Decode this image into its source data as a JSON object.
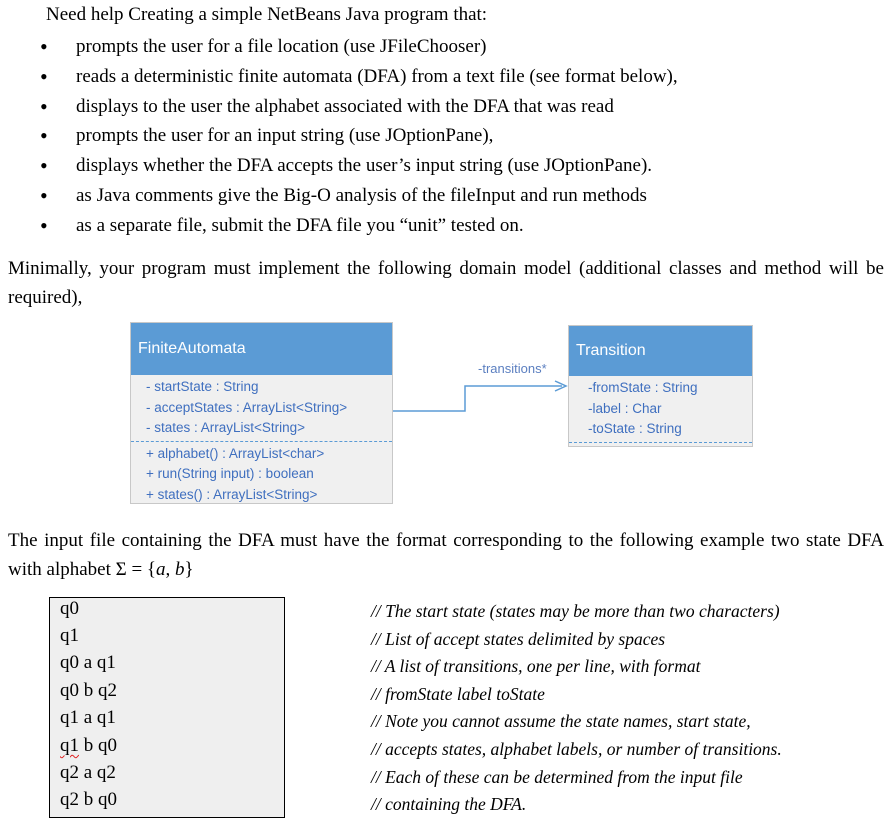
{
  "intro": "Need help Creating a simple NetBeans Java program that:",
  "requirements": [
    "prompts the user for a file location (use JFileChooser)",
    "reads a deterministic finite automata (DFA) from a text file (see format below),",
    "displays to the user the alphabet associated with the DFA that was read",
    "prompts the user for an input string (use JOptionPane),",
    "displays whether the DFA accepts the user’s input string (use JOptionPane).",
    "as Java comments give the Big-O analysis of the fileInput and run methods",
    "as a separate file, submit the DFA file you “unit” tested on."
  ],
  "domain_paragraph": "Minimally, your program must implement the following domain model (additional classes and method will be required),",
  "diagram": {
    "finite_automata": {
      "name": "FiniteAutomata",
      "attributes": [
        "- startState : String",
        "- acceptStates : ArrayList<String>",
        "- states : ArrayList<String>"
      ],
      "methods": [
        "+ alphabet() : ArrayList<char>",
        "+ run(String input) : boolean",
        "+ states() : ArrayList<String>"
      ]
    },
    "association_label": "-transitions*",
    "transition": {
      "name": "Transition",
      "attributes": [
        "-fromState : String",
        "-label : Char",
        "-toState : String"
      ]
    },
    "colors": {
      "header": "#5b9bd5",
      "member_text": "#3f6fbf",
      "box_fill": "#f0f0f0"
    }
  },
  "format_paragraph_prefix": "The input file containing the DFA must have the format corresponding to the following example two state DFA with alphabet Σ = {",
  "format_paragraph_a": "a",
  "format_paragraph_sep": ", ",
  "format_paragraph_b": "b",
  "format_paragraph_suffix": "}",
  "file_lines": [
    "q0",
    "q1",
    "q0 a q1",
    "q0 b q2",
    "q1 a q1",
    "q1",
    " b q0",
    "q2 a q2",
    "q2 b q0"
  ],
  "comments": [
    "// The start state (states may be more than two characters)",
    "// List of accept states delimited by spaces",
    "// A list of transitions, one per line, with format",
    "// fromState label toState",
    "// Note you cannot assume the state names, start state,",
    "// accepts states, alphabet labels, or number of transitions.",
    "// Each of these can be determined from the input file",
    "// containing the DFA."
  ]
}
